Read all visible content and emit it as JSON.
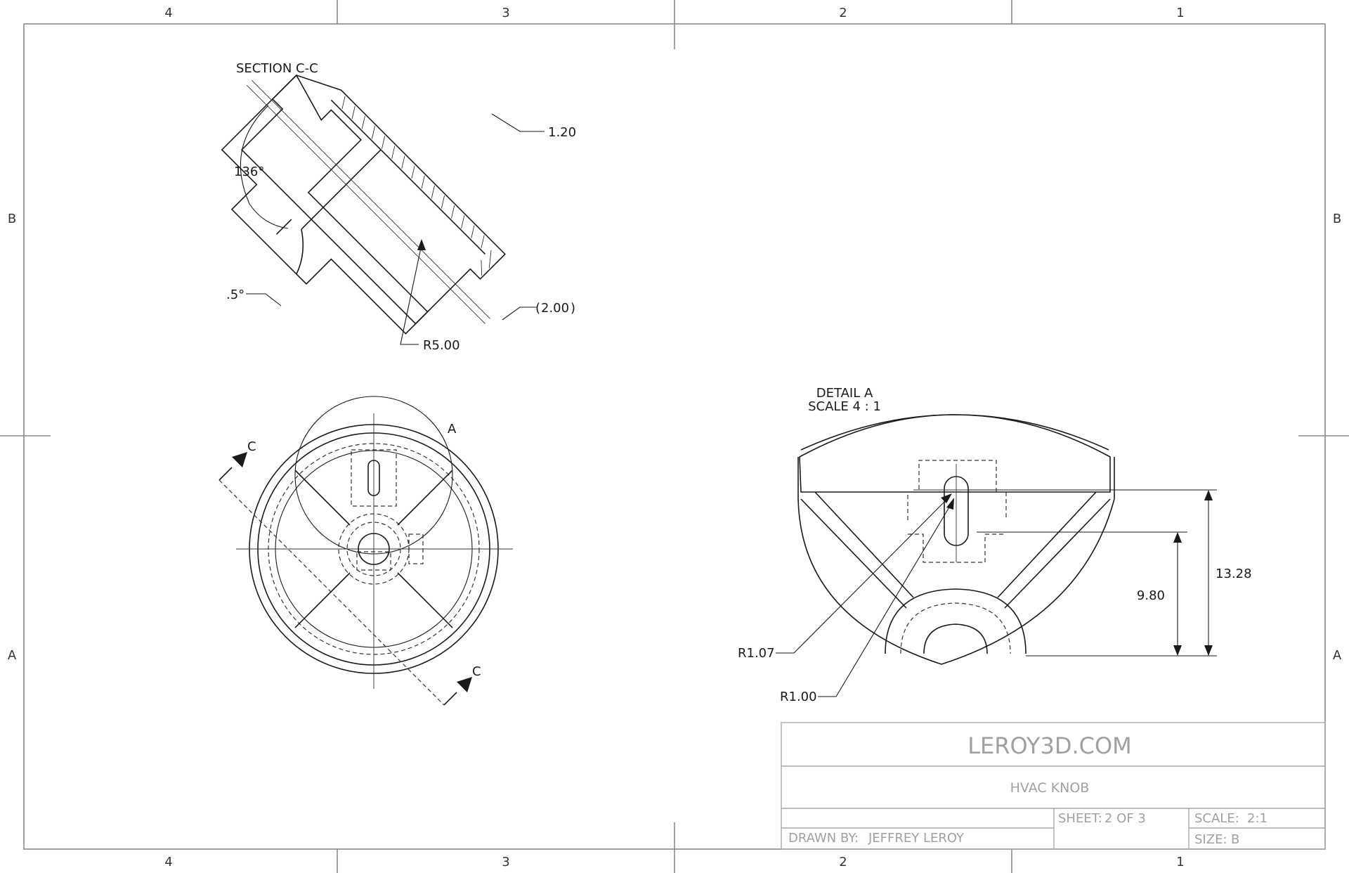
{
  "zones": {
    "columns": [
      "4",
      "3",
      "2",
      "1"
    ],
    "rows": [
      "B",
      "A"
    ]
  },
  "section_view": {
    "title": "SECTION C-C",
    "dims": {
      "angle_136": "136°",
      "angle_half": ".5°",
      "thickness": "1.20",
      "ref_height": "2.00",
      "radius": "R5.00"
    }
  },
  "front_view": {
    "detail_label": "A",
    "section_label_top": "C",
    "section_label_bottom": "C"
  },
  "detail_view": {
    "title_line1": "DETAIL A",
    "title_line2": "SCALE 4 : 1",
    "dims": {
      "overall": "13.28",
      "slot_offset": "9.80",
      "r1": "R1.07",
      "r2": "R1.00"
    }
  },
  "title_block": {
    "company": "LEROY3D.COM",
    "part_name": "HVAC KNOB",
    "sheet_label": "SHEET:",
    "sheet_value": "2 OF 3",
    "scale_label": "SCALE:",
    "scale_value": "2:1",
    "drawn_by_label": "DRAWN BY:",
    "drawn_by_value": "JEFFREY LEROY",
    "size_label": "SIZE:",
    "size_value": "B"
  }
}
